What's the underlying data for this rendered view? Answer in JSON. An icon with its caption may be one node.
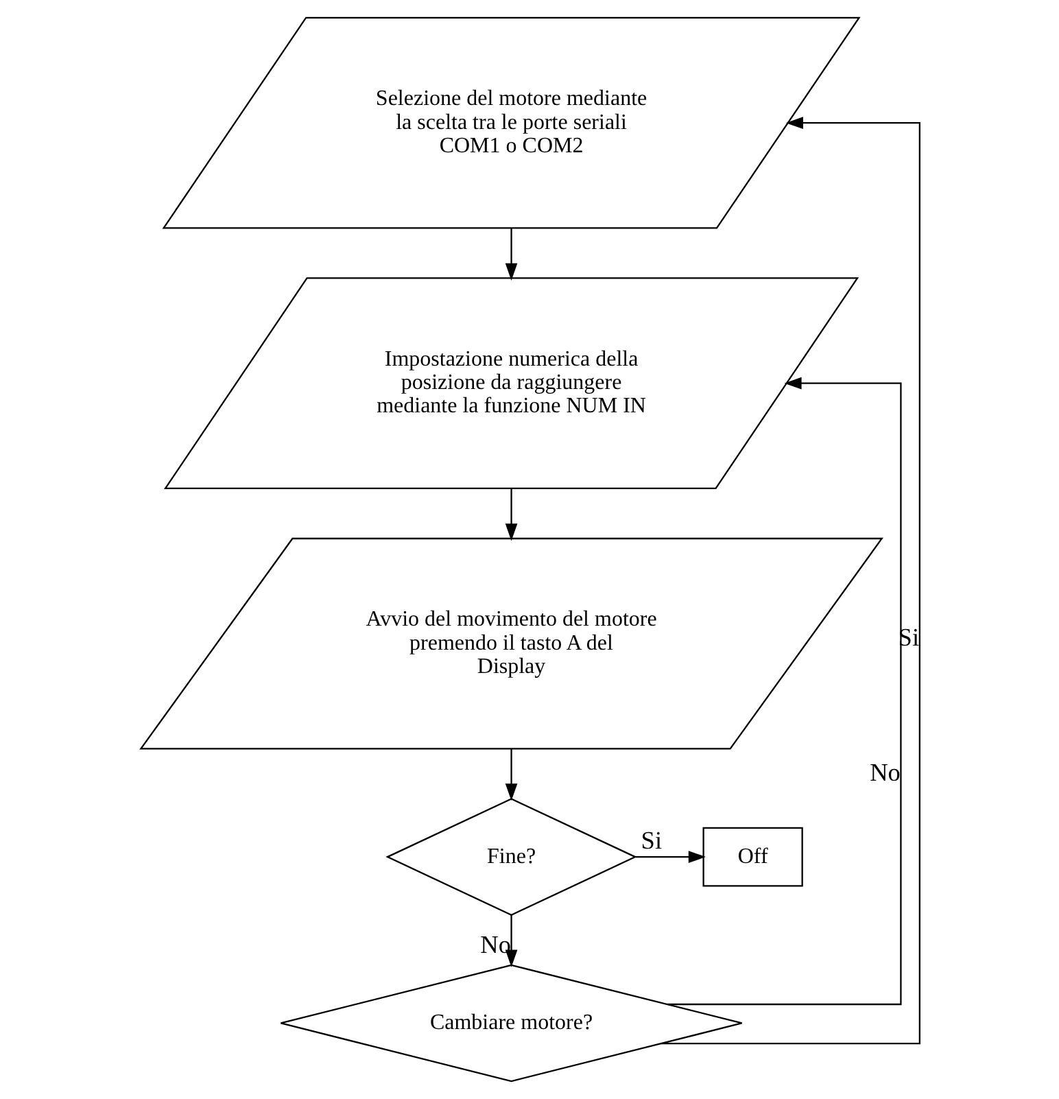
{
  "diagram": {
    "nodes": [
      {
        "text": [
          "Selezione del motore mediante la scelta tra le porte seriali COM1 o COM2"
        ]
      },
      {
        "text": [
          "Impostazione numerica della posizione da raggiungere mediante la funzione NUM IN"
        ]
      },
      {
        "text": [
          "Avvio del movimento del motore premendo il tasto A del Display"
        ]
      },
      {
        "text": [
          "Fine?"
        ]
      },
      {
        "text": [
          "Off"
        ]
      },
      {
        "text": [
          "Cambiare motore?"
        ]
      }
    ],
    "edges": [
      {
        "from": 0,
        "to": 1,
        "arrow": "to"
      },
      {
        "from": 1,
        "to": 2,
        "arrow": "to"
      },
      {
        "from": 2,
        "to": 3,
        "arrow": "to"
      },
      {
        "from": 3,
        "to": 4,
        "arrow": "to",
        "label": "Si"
      },
      {
        "from": 3,
        "to": 5,
        "arrow": "to",
        "label": "No"
      },
      {
        "from": 5,
        "to": 1,
        "arrow": "to",
        "label": "No"
      },
      {
        "from": 5,
        "to": 0,
        "arrow": "to",
        "label": "Si"
      }
    ]
  }
}
